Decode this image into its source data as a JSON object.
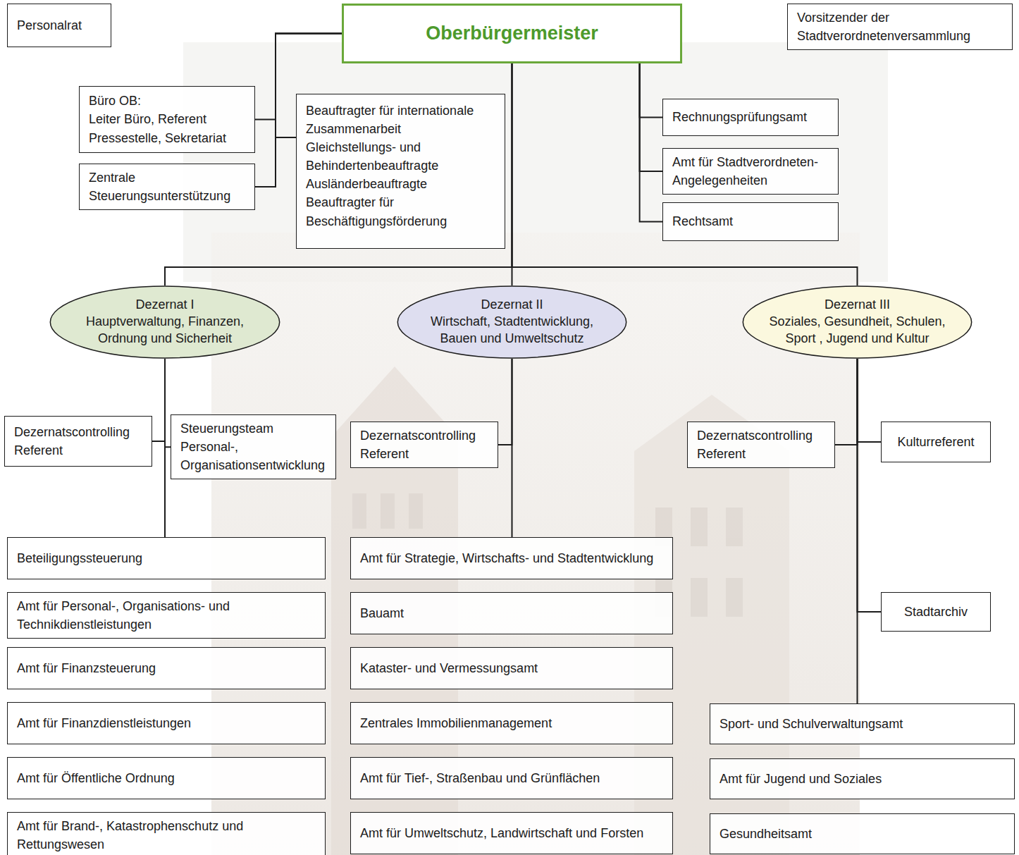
{
  "diagram": {
    "nodes": [
      {
        "text": [
          "Personalrat"
        ]
      },
      {
        "text": [
          "Oberbürgermeister"
        ]
      },
      {
        "text": [
          "Vorsitzender der Stadtverordnetenversammlung"
        ]
      },
      {
        "text": [
          "Büro OB:",
          "Leiter Büro, Referent Pressestelle, Sekretariat"
        ]
      },
      {
        "text": [
          "Zentrale Steuerungsunterstützung"
        ]
      },
      {
        "text": [
          "Beauftragter für internationale Zusammenarbeit",
          "Gleichstellungs- und Behindertenbeauftragte",
          "Ausländerbeauftragte",
          "Beauftragter für Beschäftigungsförderung"
        ]
      },
      {
        "text": [
          "Rechnungsprüfungsamt"
        ]
      },
      {
        "text": [
          "Amt für Stadtverordneten-Angelegenheiten"
        ]
      },
      {
        "text": [
          "Rechtsamt"
        ]
      },
      {
        "text": [
          "Dezernat I",
          "Hauptverwaltung, Finanzen, Ordnung und Sicherheit"
        ]
      },
      {
        "text": [
          "Dezernat II",
          "Wirtschaft, Stadtentwicklung, Bauen und Umweltschutz"
        ]
      },
      {
        "text": [
          "Dezernat III",
          "Soziales, Gesundheit, Schulen, Sport , Jugend und Kultur"
        ]
      },
      {
        "text": [
          "Dezernatscontrolling Referent"
        ]
      },
      {
        "text": [
          "Steuerungsteam Personal-, Organisationsentwicklung"
        ]
      },
      {
        "text": [
          "Dezernatscontrolling Referent"
        ]
      },
      {
        "text": [
          "Dezernatscontrolling Referent"
        ]
      },
      {
        "text": [
          "Kulturreferent"
        ]
      },
      {
        "text": [
          "Beteiligungssteuerung"
        ]
      },
      {
        "text": [
          "Amt für Personal-, Organisations- und Technikdienstleistungen"
        ]
      },
      {
        "text": [
          "Amt für Finanzsteuerung"
        ]
      },
      {
        "text": [
          "Amt für Finanzdienstleistungen"
        ]
      },
      {
        "text": [
          "Amt für Öffentliche Ordnung"
        ]
      },
      {
        "text": [
          "Amt für Brand-, Katastrophenschutz und Rettungswesen"
        ]
      },
      {
        "text": [
          "Amt für Strategie, Wirtschafts- und Stadtentwicklung"
        ]
      },
      {
        "text": [
          "Bauamt"
        ]
      },
      {
        "text": [
          "Kataster- und Vermessungsamt"
        ]
      },
      {
        "text": [
          "Zentrales Immobilienmanagement"
        ]
      },
      {
        "text": [
          "Amt für Tief-, Straßenbau und Grünflächen"
        ]
      },
      {
        "text": [
          "Amt für Umweltschutz, Landwirtschaft und Forsten"
        ]
      },
      {
        "text": [
          "Stadtarchiv"
        ]
      },
      {
        "text": [
          "Sport- und Schulverwaltungsamt"
        ]
      },
      {
        "text": [
          "Amt für Jugend und Soziales"
        ]
      },
      {
        "text": [
          "Gesundheitsamt"
        ]
      }
    ],
    "edges": [
      {
        "from": 1,
        "to": 3,
        "arrow": "none"
      },
      {
        "from": 1,
        "to": 4,
        "arrow": "none"
      },
      {
        "from": 1,
        "to": 5,
        "arrow": "none"
      },
      {
        "from": 1,
        "to": 6,
        "arrow": "none"
      },
      {
        "from": 1,
        "to": 7,
        "arrow": "none"
      },
      {
        "from": 1,
        "to": 8,
        "arrow": "none"
      },
      {
        "from": 1,
        "to": 9,
        "arrow": "none"
      },
      {
        "from": 1,
        "to": 10,
        "arrow": "none"
      },
      {
        "from": 1,
        "to": 11,
        "arrow": "none"
      },
      {
        "from": 9,
        "to": 12,
        "arrow": "none"
      },
      {
        "from": 9,
        "to": 13,
        "arrow": "none"
      },
      {
        "from": 9,
        "to": 17,
        "arrow": "none"
      },
      {
        "from": 10,
        "to": 14,
        "arrow": "none"
      },
      {
        "from": 10,
        "to": 23,
        "arrow": "none"
      },
      {
        "from": 11,
        "to": 15,
        "arrow": "none"
      },
      {
        "from": 11,
        "to": 16,
        "arrow": "none"
      },
      {
        "from": 11,
        "to": 29,
        "arrow": "none"
      },
      {
        "from": 11,
        "to": 30,
        "arrow": "none"
      }
    ]
  }
}
